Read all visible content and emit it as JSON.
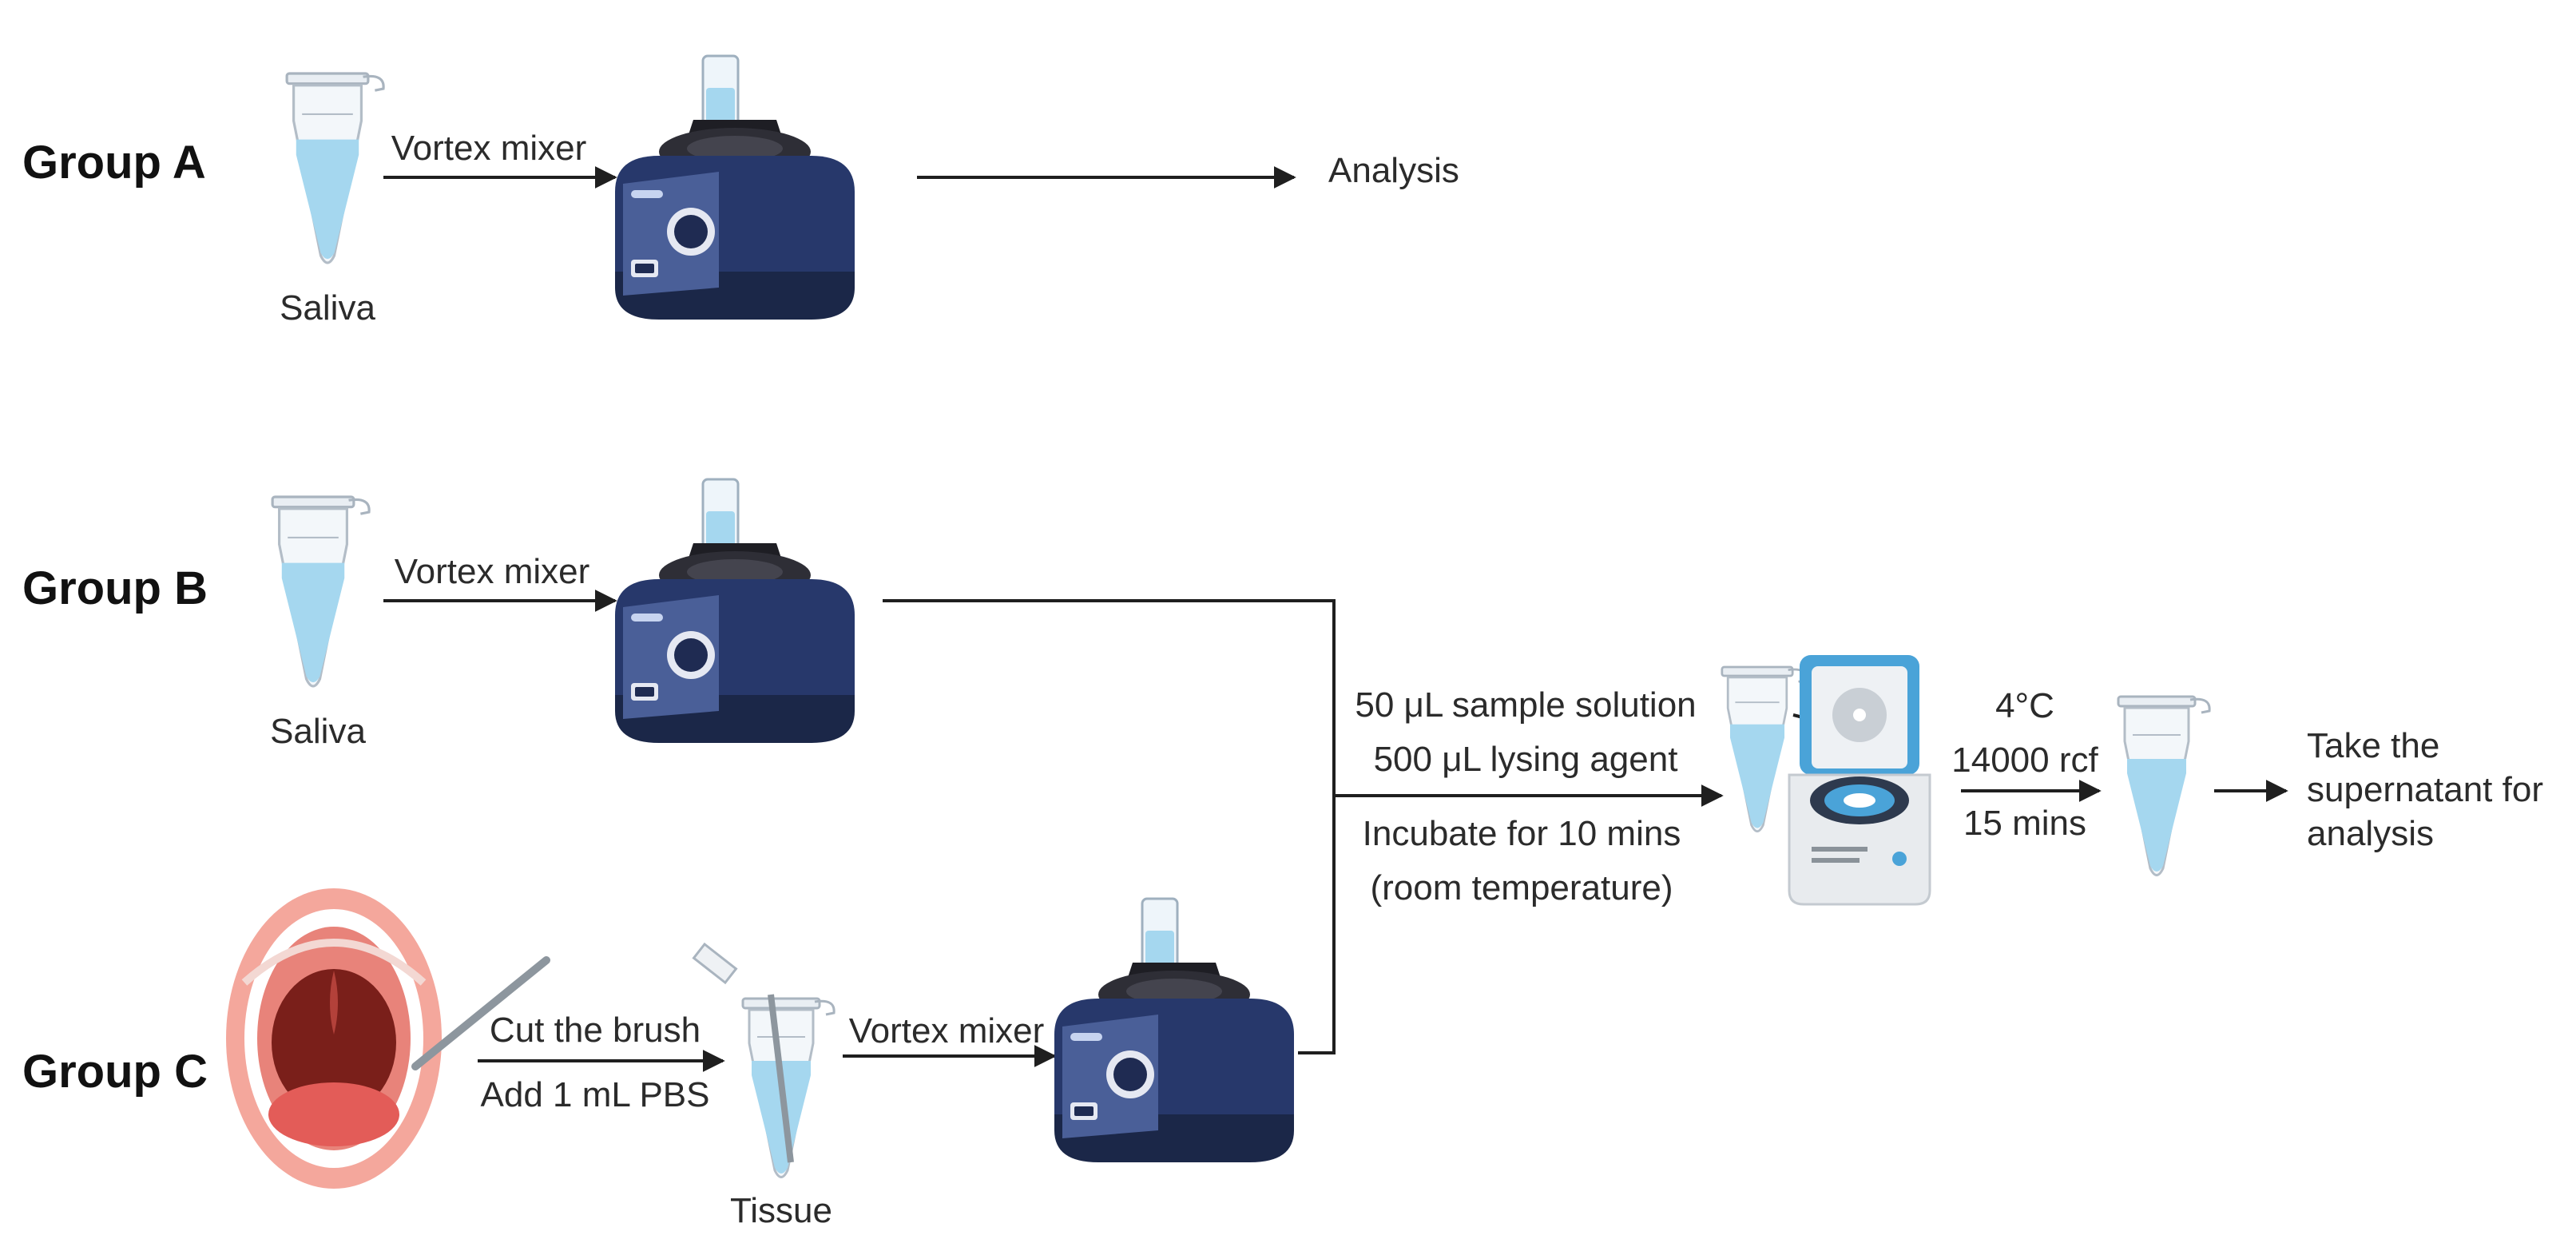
{
  "groups": {
    "a": "Group A",
    "b": "Group B",
    "c": "Group C"
  },
  "group_a": {
    "sample": "Saliva",
    "step": "Vortex mixer",
    "result": "Analysis"
  },
  "group_b": {
    "sample": "Saliva",
    "step": "Vortex mixer"
  },
  "group_c": {
    "step_1": "Cut the brush",
    "step_2": "Add 1 mL PBS",
    "sample": "Tissue",
    "step_3": "Vortex mixer"
  },
  "merge": {
    "line_1": "50 μL sample solution",
    "line_2": "500 μL lysing agent",
    "line_3": "Incubate for 10 mins",
    "line_4": "(room temperature)"
  },
  "centrifuge": {
    "temp": "4°C",
    "speed": "14000 rcf",
    "time": "15 mins"
  },
  "final": {
    "line_1": "Take the",
    "line_2": "supernatant for",
    "line_3": "analysis"
  },
  "colors": {
    "liquid": "#9fd4ee",
    "vortex_body": "#27386b",
    "vortex_panel": "#4a5f98",
    "mouth_lips": "#f08f86",
    "throat": "#7a1f1a",
    "centrifuge_lid": "#4aa3d8"
  },
  "icons": [
    "tube-icon",
    "vortex-mixer-icon",
    "open-mouth-icon",
    "swab-brush-icon",
    "centrifuge-icon"
  ]
}
